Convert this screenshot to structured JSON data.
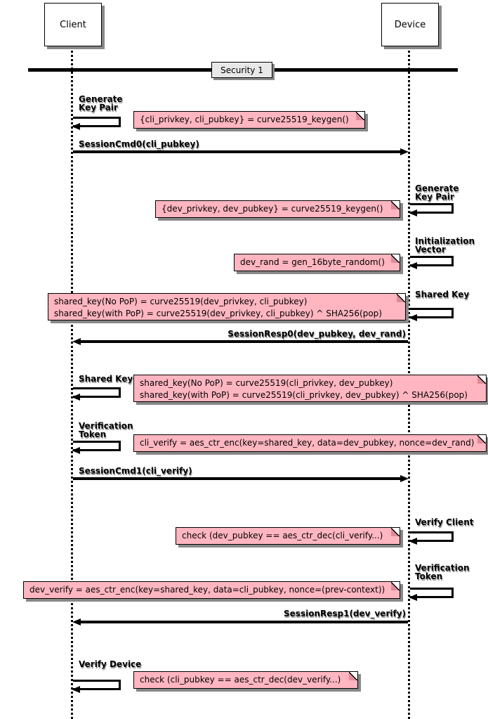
{
  "actors": {
    "client": "Client",
    "device": "Device"
  },
  "divider": {
    "label": "Security 1"
  },
  "labels": {
    "client_generate_keypair": "Generate\nKey Pair",
    "device_generate_keypair": "Generate\nKey Pair",
    "device_init_vector": "Initialization\nVector",
    "device_shared_key": "Shared Key",
    "client_shared_key": "Shared Key",
    "client_verification_token": "Verification\nToken",
    "device_verify_client": "Verify Client",
    "device_verification_token": "Verification\nToken",
    "client_verify_device": "Verify Device"
  },
  "messages": {
    "session_cmd0": "SessionCmd0(cli_pubkey)",
    "session_resp0": "SessionResp0(dev_pubkey, dev_rand)",
    "session_cmd1": "SessionCmd1(cli_verify)",
    "session_resp1": "SessionResp1(dev_verify)"
  },
  "notes": {
    "cli_keygen": "{cli_privkey, cli_pubkey} = curve25519_keygen()",
    "dev_keygen": "{dev_privkey, dev_pubkey} = curve25519_keygen()",
    "dev_rand": "dev_rand = gen_16byte_random()",
    "dev_shared_key": "shared_key(No PoP) = curve25519(dev_privkey, cli_pubkey)\nshared_key(with PoP) = curve25519(dev_privkey, cli_pubkey) ^ SHA256(pop)",
    "cli_shared_key": "shared_key(No PoP) = curve25519(cli_privkey, dev_pubkey)\nshared_key(with PoP) = curve25519(cli_privkey, dev_pubkey) ^ SHA256(pop)",
    "cli_verify": "cli_verify = aes_ctr_enc(key=shared_key, data=dev_pubkey, nonce=dev_rand)",
    "check_client": "check (dev_pubkey == aes_ctr_dec(cli_verify...)",
    "dev_verify": "dev_verify = aes_ctr_enc(key=shared_key, data=cli_pubkey, nonce=(prev-context))",
    "check_device": "check (cli_pubkey == aes_ctr_dec(dev_verify...)"
  },
  "colors": {
    "note_background": "#ffb6c1",
    "divider_box_background": "#e8e8e8",
    "shadow": "#888888",
    "line": "#000000"
  }
}
